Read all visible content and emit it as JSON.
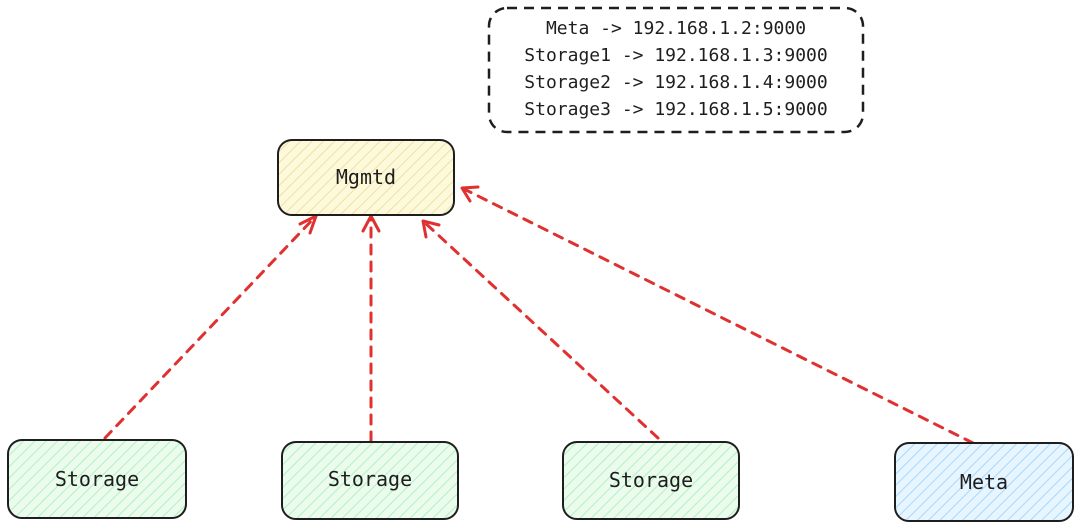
{
  "colors": {
    "stroke": "#1e1e1e",
    "arrow": "#e03131",
    "mgmtd_fill": "#fff9db",
    "mgmtd_hatch": "#e9e3a6",
    "storage_fill": "#ebfbee",
    "storage_hatch": "#b2f2bb",
    "meta_fill": "#e7f5ff",
    "meta_hatch": "#a5d8ff"
  },
  "address_note": {
    "lines": [
      "Meta -> 192.168.1.2:9000",
      "Storage1 -> 192.168.1.3:9000",
      "Storage2 -> 192.168.1.4:9000",
      "Storage3 -> 192.168.1.5:9000"
    ]
  },
  "nodes": {
    "mgmtd": {
      "label": "Mgmtd"
    },
    "storage_1": {
      "label": "Storage"
    },
    "storage_2": {
      "label": "Storage"
    },
    "storage_3": {
      "label": "Storage"
    },
    "meta": {
      "label": "Meta"
    }
  },
  "edges": [
    {
      "from": "storage_1",
      "to": "mgmtd"
    },
    {
      "from": "storage_2",
      "to": "mgmtd"
    },
    {
      "from": "storage_3",
      "to": "mgmtd"
    },
    {
      "from": "meta",
      "to": "mgmtd"
    }
  ]
}
